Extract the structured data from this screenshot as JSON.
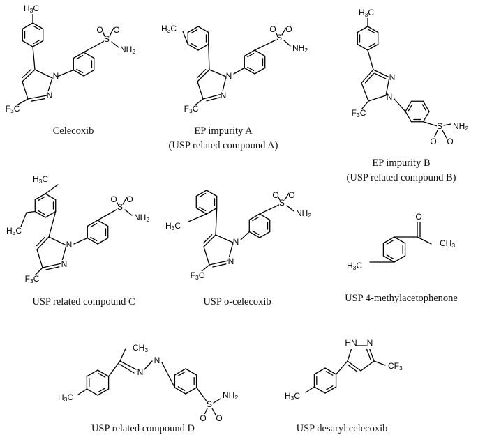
{
  "compounds": [
    {
      "key": "celecoxib",
      "lines": [
        "Celecoxib"
      ]
    },
    {
      "key": "ep_a",
      "lines": [
        "EP impurity A",
        "(USP related compound A)"
      ]
    },
    {
      "key": "ep_b",
      "lines": [
        "EP impurity B",
        "(USP related compound B)"
      ]
    },
    {
      "key": "usp_c",
      "lines": [
        "USP related compound C"
      ]
    },
    {
      "key": "ocele",
      "lines": [
        "USP o-celecoxib"
      ]
    },
    {
      "key": "mace",
      "lines": [
        "USP 4-methylacetophenone"
      ]
    },
    {
      "key": "usp_d",
      "lines": [
        "USP related compound D"
      ]
    },
    {
      "key": "desaryl",
      "lines": [
        "USP desaryl celecoxib"
      ]
    }
  ],
  "atom_labels": {
    "methyl": "H3C",
    "methyl_right": "CH3",
    "trifluoromethyl_left": "F3C",
    "trifluoromethyl_right": "CF3",
    "sulfur": "S",
    "oxygen": "O",
    "amide": "NH2",
    "nitrogen": "N",
    "pyrazole_nh": "HN"
  }
}
